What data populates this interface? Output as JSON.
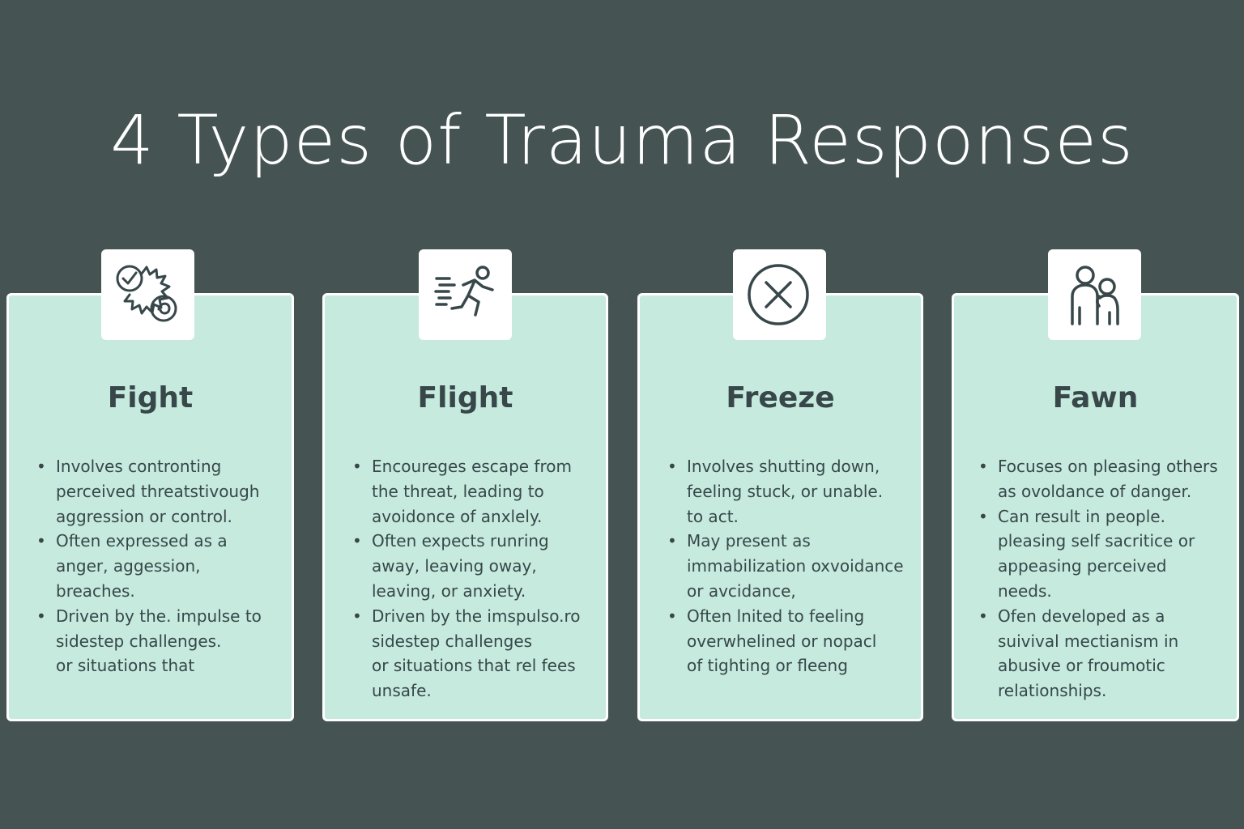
{
  "title": "4 Types of Trauma Responses",
  "colors": {
    "background": "#455453",
    "card_fill": "#c6eadd",
    "card_border": "#ffffff",
    "text": "#37474a",
    "title_text": "#ffffff"
  },
  "cards": [
    {
      "title": "Fight",
      "icon": "fight-icon",
      "bullets": [
        "Involves contronting\nperceived threatstivough\naggression or control.",
        "Often expressed as a\nanger, aggession,\nbreaches.",
        "Driven by the. impulse to\nsidestep challenges.\nor situations that"
      ]
    },
    {
      "title": "Flight",
      "icon": "running-person-icon",
      "bullets": [
        "Encoureges escape from\nthe threat, leading to\navoidonce of anxlely.",
        "Often expects runring\naway, leaving oway,\nleaving, or anxiety.",
        "Driven by the imspulso.ro\nsidestep challenges\nor situations that rel fees\nunsafe."
      ]
    },
    {
      "title": "Freeze",
      "icon": "circle-x-icon",
      "bullets": [
        "Involves shutting down,\nfeeling stuck, or unable.\nto act.",
        "May present as\nimmabilization oxvoidance\nor avcidance,",
        "Often lnited to feeling\noverwhelined or nopacl\nof tighting or fleeng"
      ]
    },
    {
      "title": "Fawn",
      "icon": "people-icon",
      "bullets": [
        "Focuses on pleasing others\nas ovoldance of danger.",
        "Can result in people.\npleasing  self  sacritice  or\nappeasing perceived\nneeds.",
        "Ofen developed as a\nsuivival mectianism in\nabusive or froumotic\nrelationships."
      ]
    }
  ]
}
